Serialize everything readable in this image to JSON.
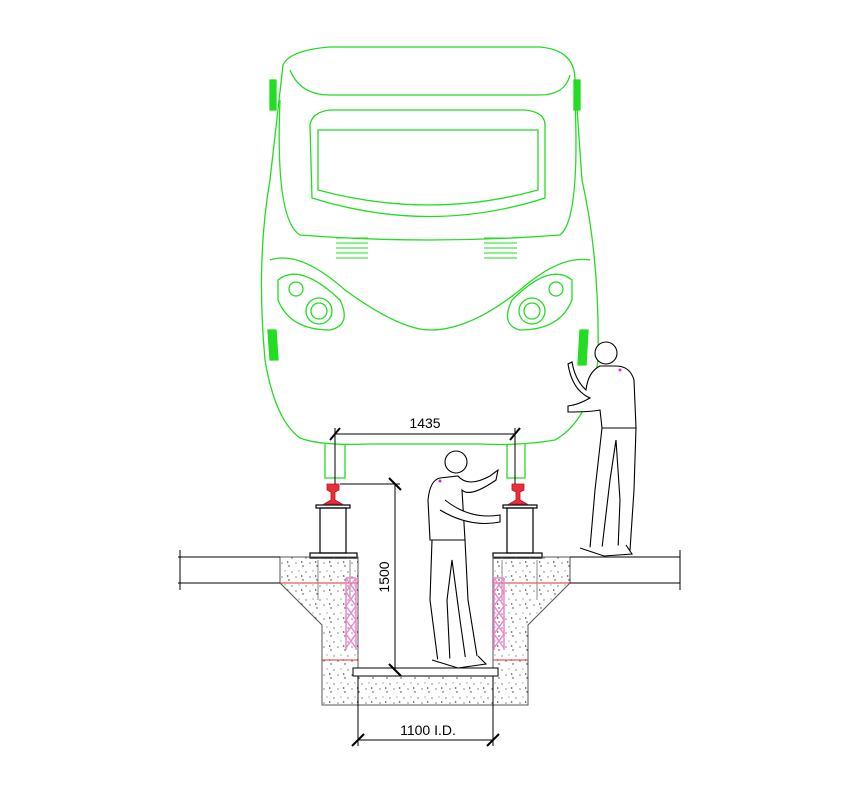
{
  "drawing": {
    "title": "Inspection pit cross-section",
    "dimensions": {
      "track_gauge": "1435",
      "pit_depth": "1500",
      "pit_width": "1100 I.D."
    },
    "colors": {
      "train": "#22dd22",
      "rail": "#e8303a",
      "reinforcement": "#ee88cc",
      "linework": "#000000",
      "level_line": "#e03030"
    }
  }
}
